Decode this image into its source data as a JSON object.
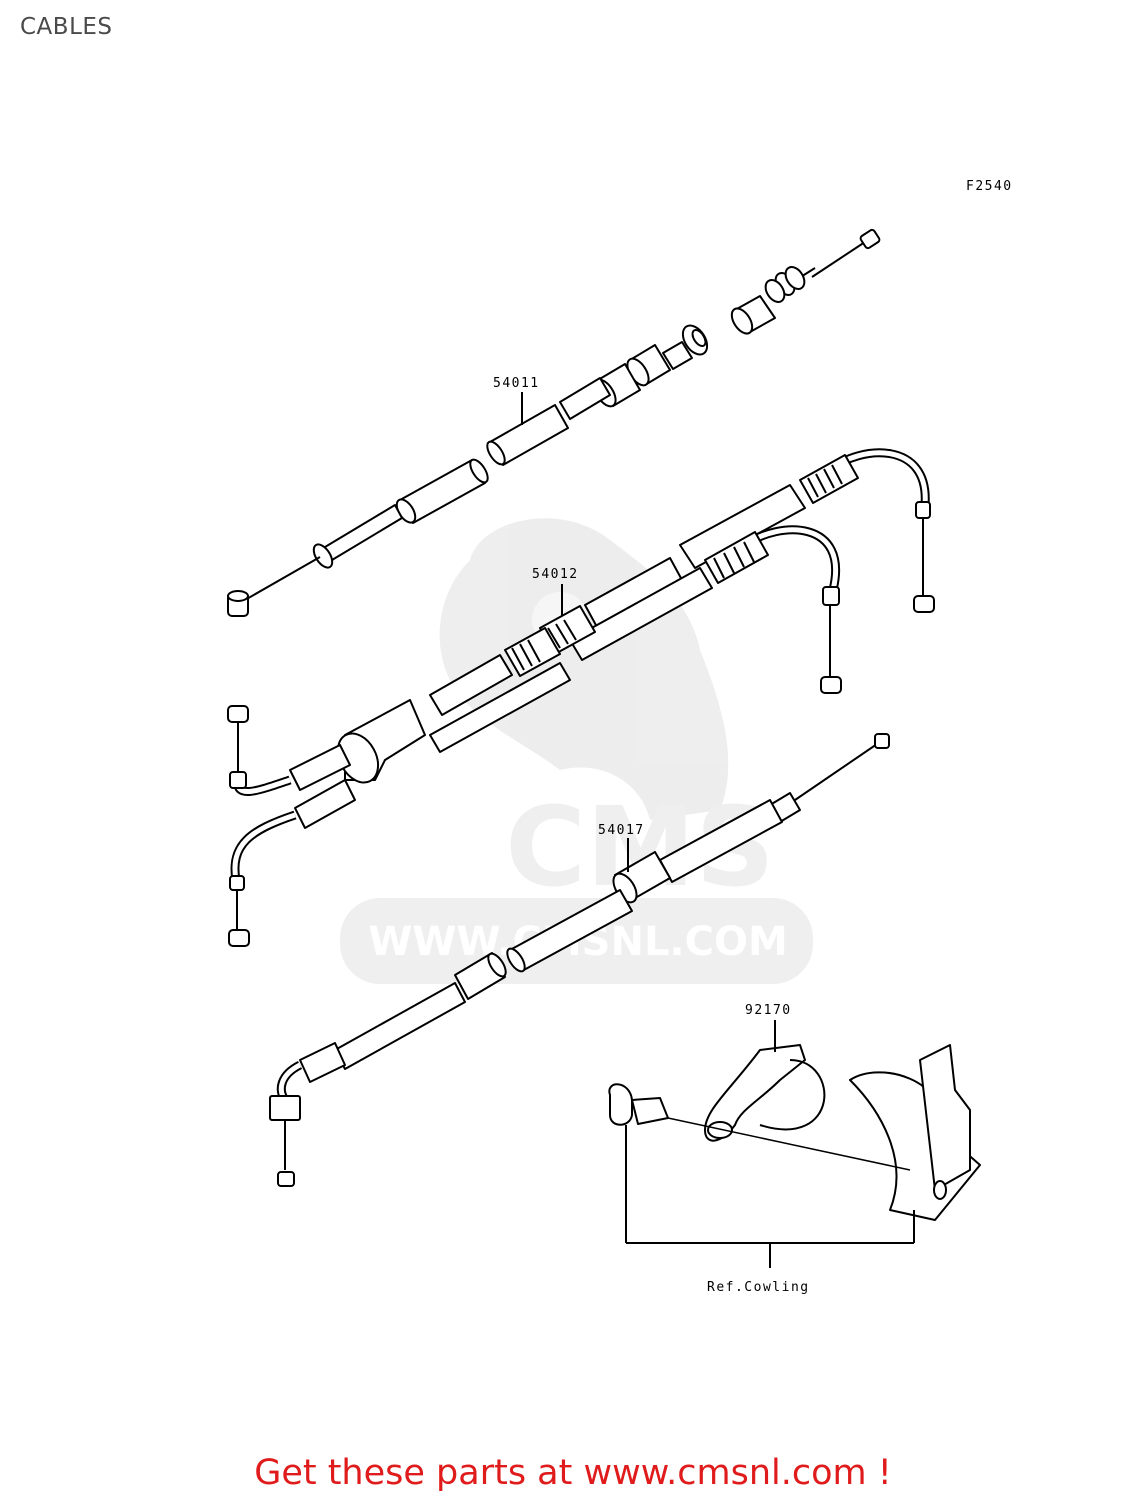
{
  "page": {
    "title": "CABLES"
  },
  "diagram": {
    "figure_code": "F2540",
    "callouts": {
      "p54011": "54011",
      "p54012": "54012",
      "p54017": "54017",
      "p92170": "92170",
      "ref": "Ref.Cowling"
    }
  },
  "watermark": {
    "brand": "CMS",
    "url": "WWW.CMSNL.COM"
  },
  "footer": {
    "text": "Get these parts at www.cmsnl.com !",
    "color": "#e01b1b"
  }
}
